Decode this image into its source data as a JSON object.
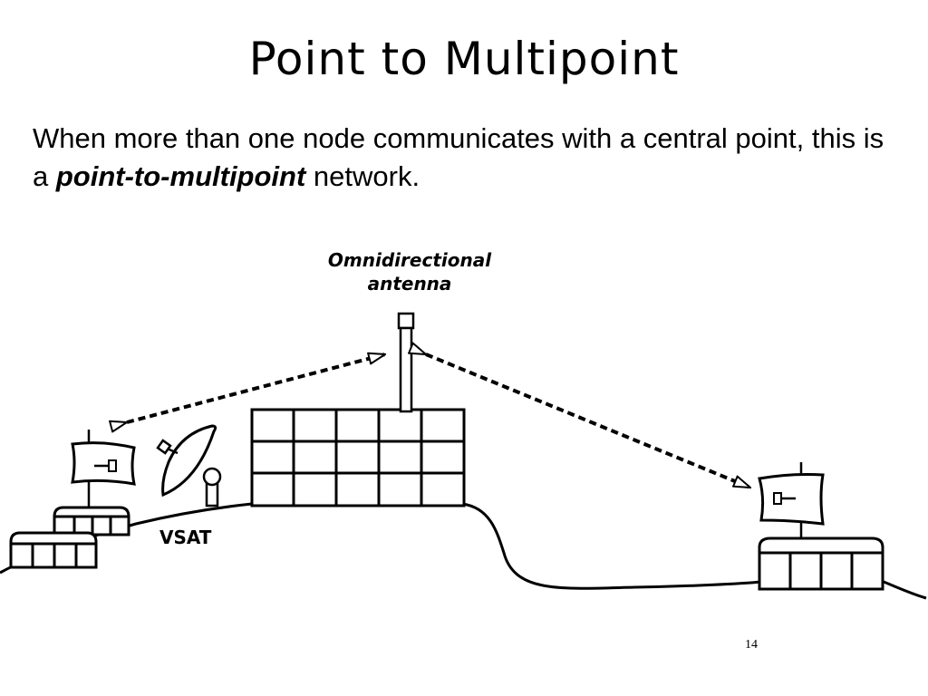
{
  "slide": {
    "title": "Point to Multipoint",
    "text_before": "When more than one node communicates with a central point, this is a ",
    "text_emphasis": "point-to-multipoint",
    "text_after": " network.",
    "page_number": "14"
  },
  "diagram": {
    "antenna_label_line1": "Omnidirectional",
    "antenna_label_line2": "antenna",
    "vsat_label": "VSAT"
  }
}
